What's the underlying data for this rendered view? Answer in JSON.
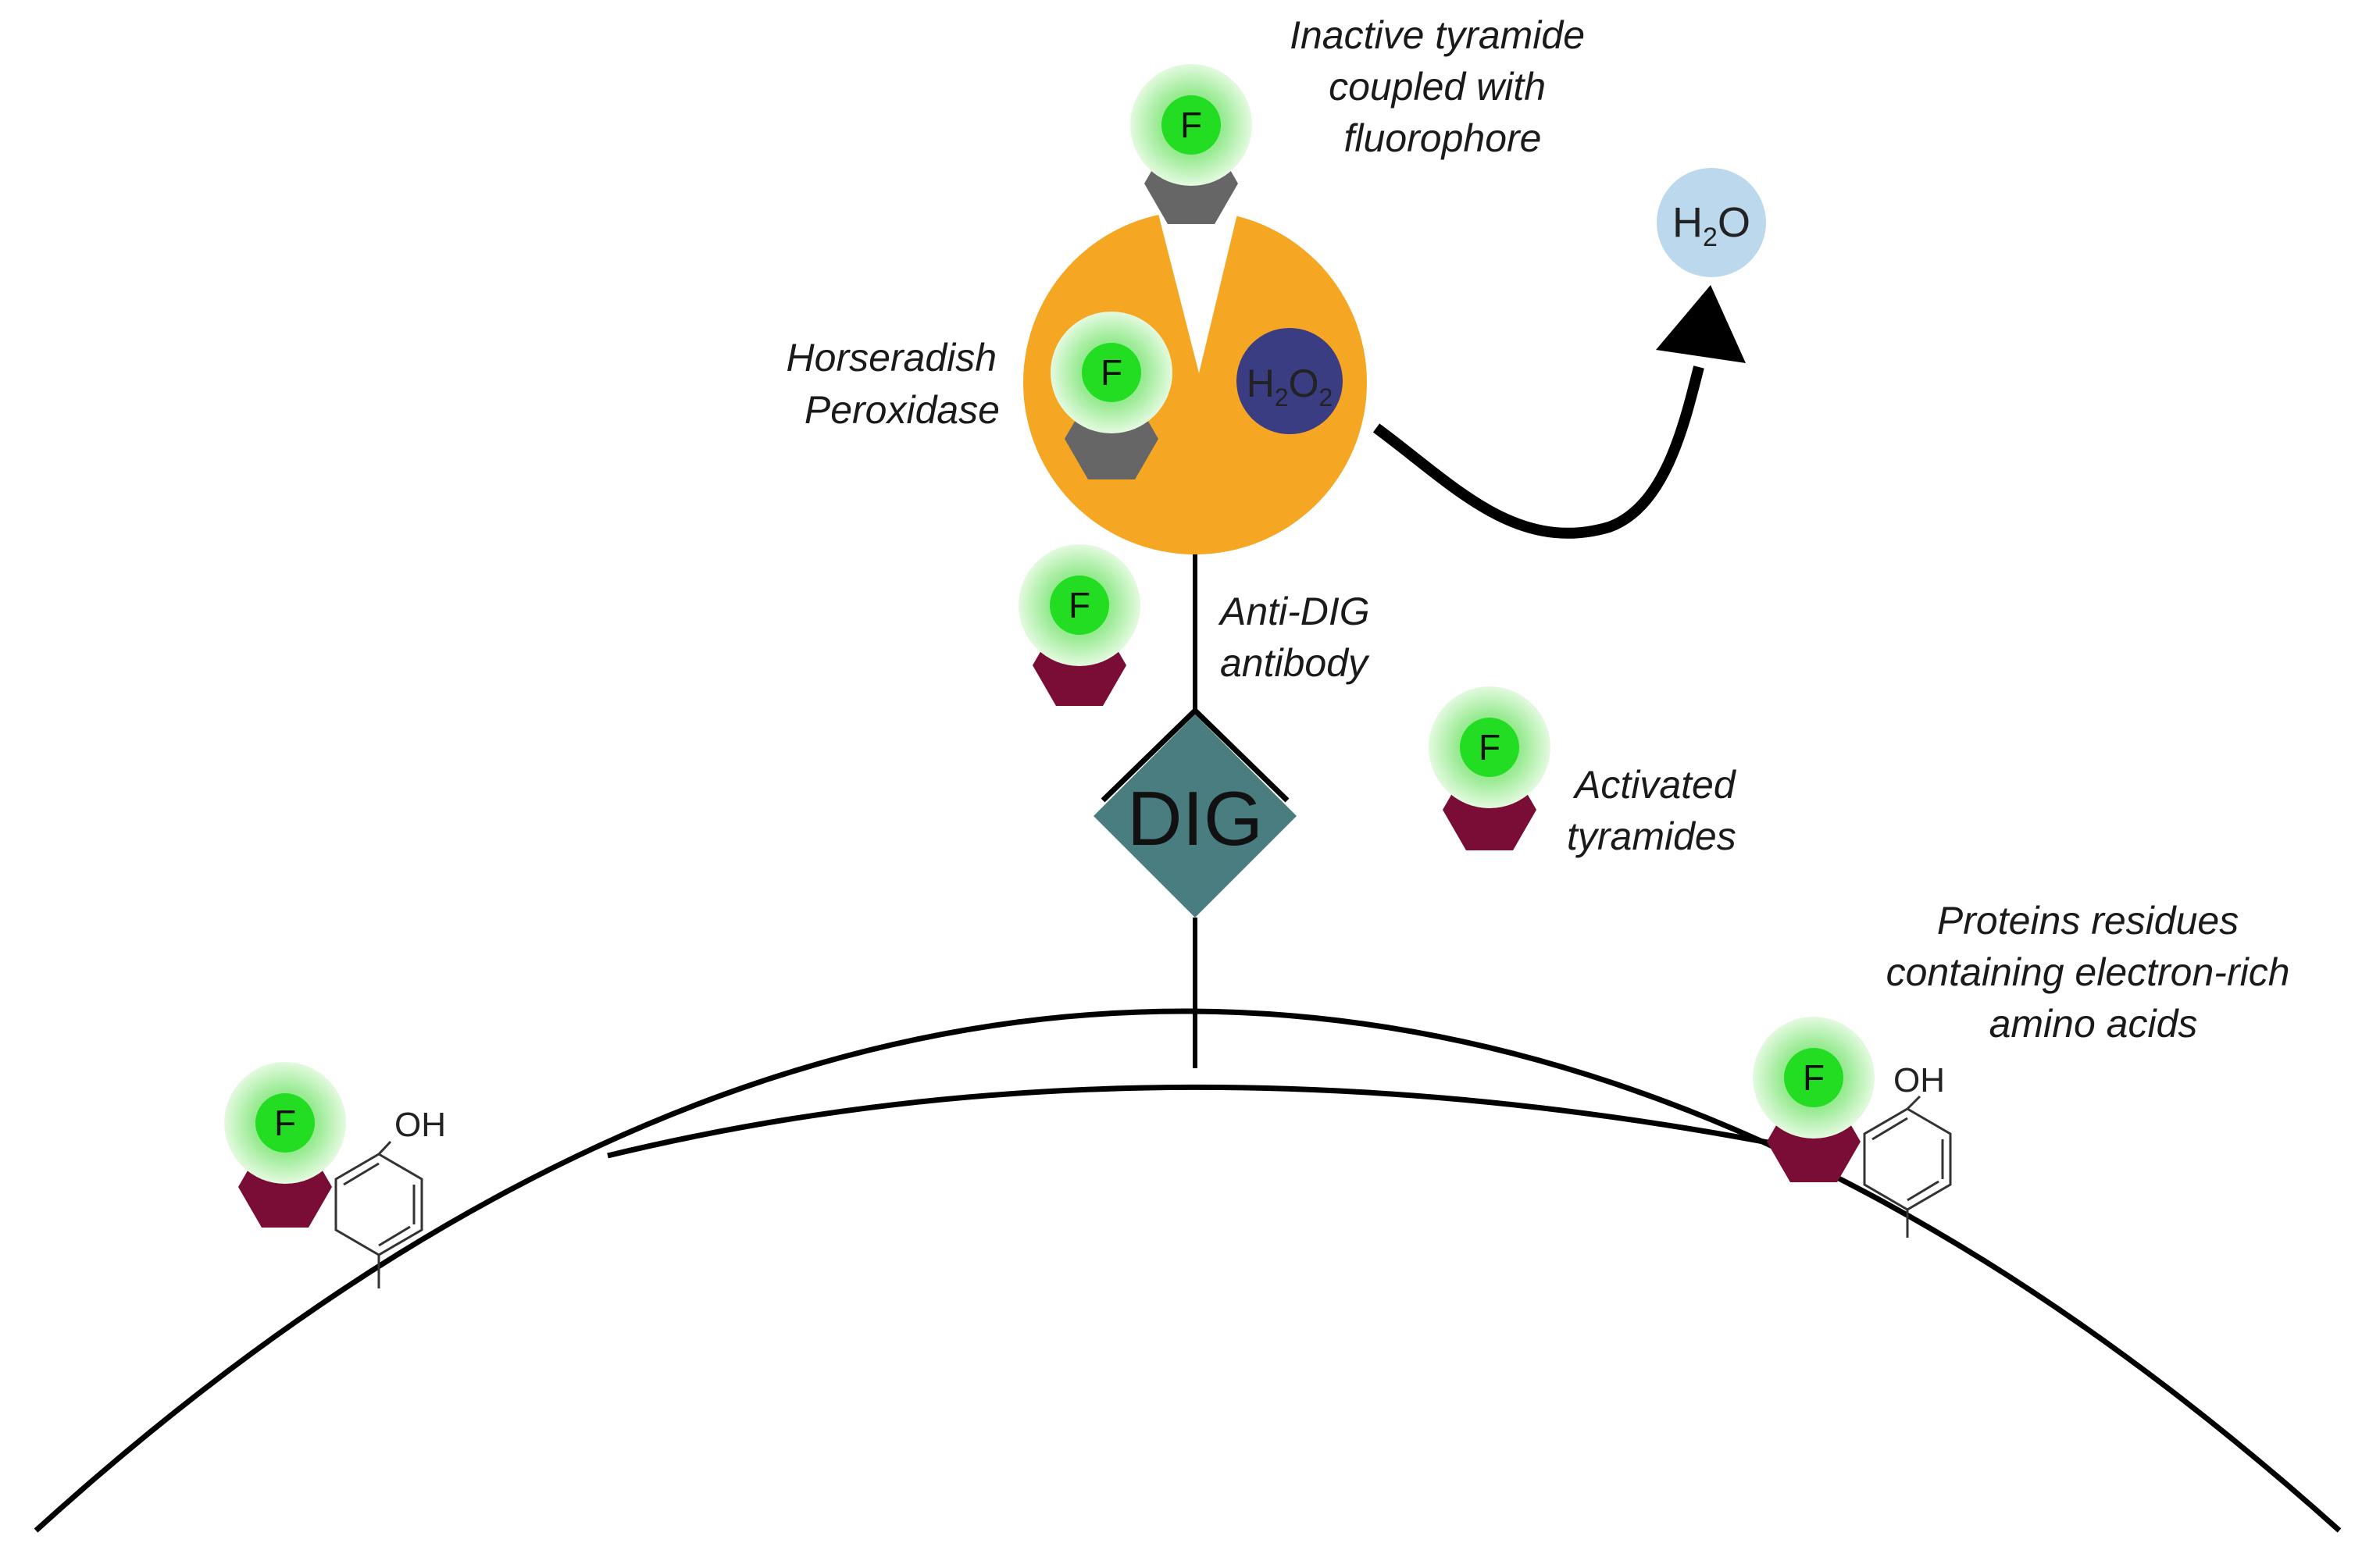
{
  "labels": {
    "inactive_tyramide": [
      "Inactive tyramide",
      "coupled with",
      "fluorophore"
    ],
    "hrp": [
      "Horseradish",
      "Peroxidase"
    ],
    "anti_dig": [
      "Anti-DIG",
      "antibody"
    ],
    "activated_tyramides": [
      "Activated",
      "tyramides"
    ],
    "proteins": [
      "Proteins residues",
      "containing electron-rich",
      "amino acids"
    ]
  },
  "chem": {
    "h2o": {
      "a": "H",
      "sub": "2",
      "b": "O"
    },
    "h2o2": {
      "a": "H",
      "sub1": "2",
      "b": "O",
      "sub2": "2"
    },
    "oh": "OH",
    "fluorophore": "F",
    "dig": "DIG"
  },
  "colors": {
    "hrp": "#F5A623",
    "h2o2": "#3A3D82",
    "h2o": "#BBD8EC",
    "dig": "#4A7D80",
    "inactive_hex": "#666666",
    "active_hex": "#7A0D36",
    "fluor_core": "#22DD22",
    "fluor_glow": "#B8F0B0"
  }
}
